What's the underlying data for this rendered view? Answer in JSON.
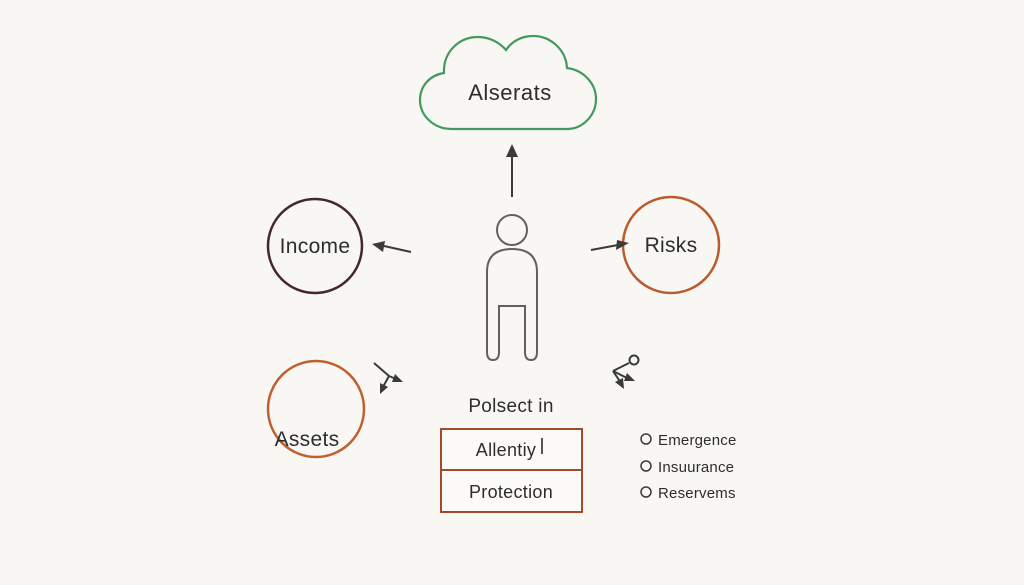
{
  "cloud": {
    "label": "Alserats"
  },
  "nodes": {
    "income": {
      "label": "Income"
    },
    "risks": {
      "label": "Risks"
    },
    "assets": {
      "label": "Assets"
    }
  },
  "center": {
    "caption": "Polsect in",
    "box_rows": [
      "Allentiy",
      "Protection"
    ]
  },
  "legend": {
    "items": [
      "Emergence",
      "Insuurance",
      "Reservems"
    ]
  },
  "colors": {
    "background": "#f8f7f4",
    "cloud": "#43995f",
    "income_circle": "#45282b",
    "risks_circle": "#b95c2d",
    "assets_circle": "#c06030",
    "box_border": "#a04b2a",
    "box_fill": "#fbfaf8",
    "text": "#2d2d2d",
    "figure": "#616161",
    "arrow": "#3a3a3a"
  }
}
